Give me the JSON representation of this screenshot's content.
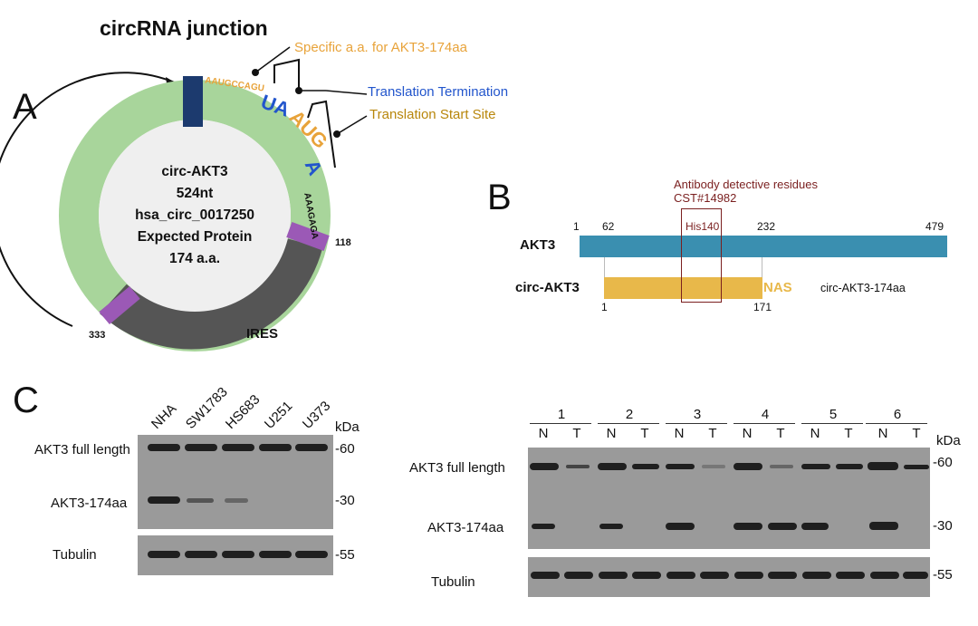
{
  "panelA": {
    "letter": "A",
    "title": "circRNA junction",
    "center": [
      "circ-AKT3",
      "524nt",
      "hsa_circ_0017250",
      "Expected Protein",
      "174 a.a."
    ],
    "ires": "IRES",
    "pos_118": "118",
    "pos_333": "333",
    "seq_left": "AAUGCCAGU",
    "seq_right": "AAAGAGA",
    "uaa": "UA",
    "aug": "AUG",
    "a": "A",
    "ann_specific": "Specific a.a. for AKT3-174aa",
    "ann_term": "Translation Termination",
    "ann_start": "Translation Start Site",
    "colors": {
      "ring": "#a8d59b",
      "dark": "#555555",
      "junction": "#1c3a6e",
      "purple": "#9b59b6",
      "orange": "#e8a33a",
      "blue": "#2255cc",
      "gold": "#b8860b"
    }
  },
  "panelB": {
    "letter": "B",
    "antibody": "Antibody detective residues",
    "cst": "CST#14982",
    "his": "His140",
    "akt3": "AKT3",
    "circ": "circ-AKT3",
    "nas": "NAS",
    "circ174": "circ-AKT3-174aa",
    "n1": "1",
    "n62": "62",
    "n232": "232",
    "n479": "479",
    "c1": "1",
    "c171": "171",
    "colors": {
      "akt3": "#3a8fb0",
      "circ": "#e8b84a",
      "box": "#7a1f1f"
    }
  },
  "panelC": {
    "letter": "C",
    "left": {
      "lanes": [
        "NHA",
        "SW1783",
        "HS683",
        "U251",
        "U373"
      ],
      "kda": "kDa",
      "rows": [
        "AKT3 full length",
        "AKT3-174aa",
        "Tubulin"
      ],
      "mw": [
        "-60",
        "-30",
        "-55"
      ]
    },
    "right": {
      "groups": [
        "1",
        "2",
        "3",
        "4",
        "5",
        "6"
      ],
      "nt": [
        "N",
        "T",
        "N",
        "T",
        "N",
        "T",
        "N",
        "T",
        "N",
        "T",
        "N",
        "T"
      ],
      "kda": "kDa",
      "rows": [
        "AKT3 full length",
        "AKT3-174aa",
        "Tubulin"
      ],
      "mw": [
        "-60",
        "-30",
        "-55"
      ]
    }
  }
}
